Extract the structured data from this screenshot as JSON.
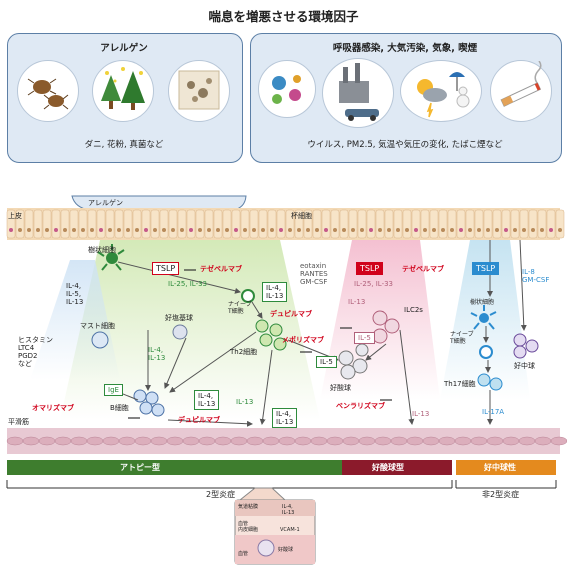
{
  "title": "喘息を増悪させる環境因子",
  "allergen_panel": {
    "title": "アレルゲン",
    "caption": "ダニ, 花粉, 真菌など"
  },
  "env_panel": {
    "title": "呼吸器感染, 大気汚染, 気象, 喫煙",
    "caption": "ウイルス, PM2.5, 気温や気圧の変化, たばこ煙など"
  },
  "labels": {
    "allergen_tag": "アレルゲン",
    "goblet": "杯細胞",
    "epithelium": "上皮",
    "smooth_muscle": "平滑筋",
    "dendritic": "樹状細胞",
    "il_4_5_13": "IL-4,\nIL-5,\nIL-13",
    "mast": "マスト細胞",
    "mediators": "ヒスタミン\nLTC4\nPGD2\nなど",
    "basophil": "好塩基球",
    "il_4_13_green": "IL-4,\nIL-13",
    "ige": "IgE",
    "b_cell": "B細胞",
    "naive_t": "ナイーブ\nT細胞",
    "th2": "Th2細胞",
    "il_25_33": "IL-25, IL-33",
    "il_4_13_box_a": "IL-4,\nIL-13",
    "il_4_13_box_b": "IL-4,\nIL-13",
    "il_4_13_box_c": "IL-4,\nIL-13",
    "il_4_13_vertical": "IL-4, IL-13",
    "il_13_a": "IL-13",
    "il_13_b": "IL-13",
    "il_13_c": "IL-13",
    "il_5_a": "IL-5",
    "il_5_b": "IL-5",
    "chemokines": "eotaxin\nRANTES\nGM-CSF",
    "il_25_33_b": "IL-25, IL-33",
    "ilc2": "ILC2s",
    "eosinophil": "好酸球",
    "dendritic_b": "樹状細胞",
    "naive_t_b": "ナイーブ\nT細胞",
    "th17": "Th17細胞",
    "il_17a": "IL-17A",
    "il8_gmcsf": "IL-8\nGM-CSF",
    "neutrophil": "好中球",
    "inset_mucus": "気道粘膜",
    "inset_endo": "血管\n内皮細胞",
    "inset_vessel": "血管",
    "inset_il": "IL-4,\nIL-13",
    "inset_vcam": "VCAM-1",
    "inset_eos": "好酸球"
  },
  "drugs": {
    "tezepelumab_a": "テゼペルマブ",
    "tezepelumab_b": "テゼペルマブ",
    "dupilumab_a": "デュピルマブ",
    "dupilumab_b": "デュピルマブ",
    "mepolizumab": "メポリズマブ",
    "benralizumab": "ベンラリズマブ",
    "omalizumab": "オマリズマブ",
    "tslp_a": "TSLP",
    "tslp_b": "TSLP",
    "tslp_c": "TSLP"
  },
  "bar": {
    "atopic": "アトピー型",
    "eosinophilic": "好酸球型",
    "neutrophilic": "好中球性",
    "type2": "2型炎症",
    "non_type2": "非2型炎症"
  },
  "colors": {
    "panel_bg": "#dfe9f4",
    "panel_border": "#5c7fa6",
    "drug_red": "#d0021b",
    "cytokine_green": "#2e8b3c",
    "bar_green": "#3e7d2e",
    "bar_maroon": "#8b1a2b",
    "bar_orange": "#e48a1e",
    "tslp_blue": "#2b8ccf"
  }
}
